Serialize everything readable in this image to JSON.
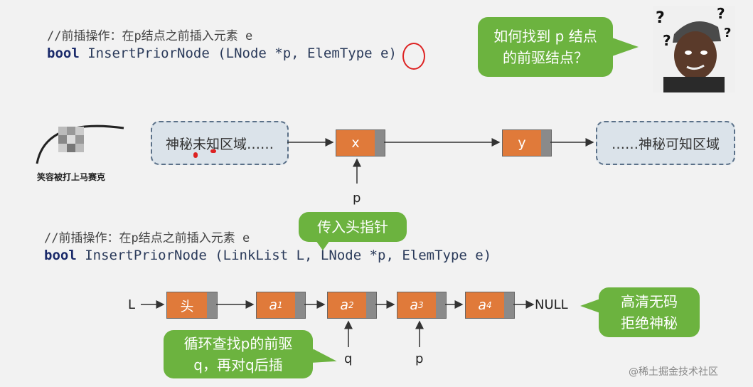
{
  "top": {
    "comment": "//前插操作：在p结点之前插入元素 e",
    "code_kw": "bool",
    "code_rest": " InsertPriorNode (LNode *p, ElemType e)",
    "bubble": "如何找到 p 结点的前驱结点？"
  },
  "meme": {
    "caption": "笑容被打上马赛克"
  },
  "middle": {
    "left_box": "神秘未知区域……",
    "right_box": "……神秘可知区域",
    "node_x": "x",
    "node_y": "y",
    "pointer_p": "p"
  },
  "bottom": {
    "comment": "//前插操作：在p结点之前插入元素 e",
    "code_kw": "bool",
    "code_rest": " InsertPriorNode (LinkList L, LNode *p, ElemType e)",
    "bubble_head": "传入头指针",
    "list_label": "L",
    "head_node": "头",
    "nodes": [
      "a1",
      "a2",
      "a3",
      "a4"
    ],
    "node_sub": [
      "1",
      "2",
      "3",
      "4"
    ],
    "null_label": "NULL",
    "pointer_q": "q",
    "pointer_p": "p",
    "bubble_loop": "循环查找p的前驱 q，再对q后插",
    "bubble_clear": "高清无码 拒绝神秘"
  },
  "watermark": "@稀土掘金技术社区",
  "colors": {
    "node": "#e07a3a",
    "bubble": "#6cb33f",
    "ptr": "#8a8a8a"
  }
}
